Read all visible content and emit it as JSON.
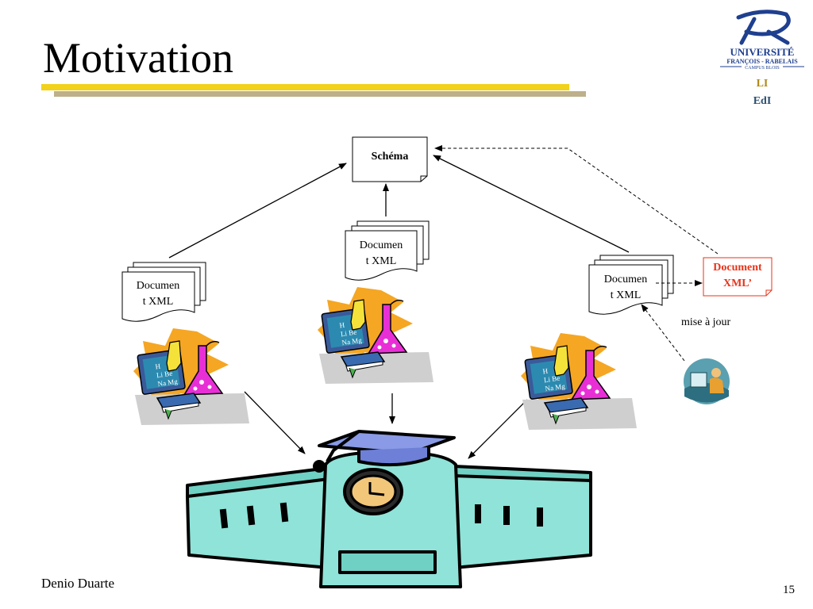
{
  "slide": {
    "title": "Motivation",
    "author": "Denio Duarte",
    "page_number": "15"
  },
  "logo": {
    "line1": "UNIVERSITÉ",
    "line2": "FRANÇOIS - RABELAIS",
    "line3": "CAMPUS BLOIS",
    "lab1": "LI",
    "lab2": "EdI",
    "colors": {
      "navy": "#1f3f8f",
      "gold": "#b08a1a"
    }
  },
  "diagram": {
    "schema_label": "Schéma",
    "doc_left": [
      "Documen",
      "t XML"
    ],
    "doc_center": [
      "Documen",
      "t XML"
    ],
    "doc_right": [
      "Documen",
      "t XML"
    ],
    "doc_modified": [
      "Document",
      "XML’"
    ],
    "update_label": "mise à jour",
    "chalkboard": {
      "line1": "H",
      "line2": "Li  Be",
      "line3": "Na  Mg"
    },
    "colors": {
      "title_bar": "#f2d21a",
      "title_bar_shadow": "#bdb08a",
      "modified_text": "#e8331a",
      "modified_border": "#e8331a",
      "building": "#8fe3d8",
      "cap": "#8a9ae6",
      "clock": "#f2c77a",
      "flask": "#e82fd6",
      "flask_yellow": "#f4e23a",
      "chalkboard": "#3a5a9a",
      "book": "#3a6ab0"
    }
  }
}
